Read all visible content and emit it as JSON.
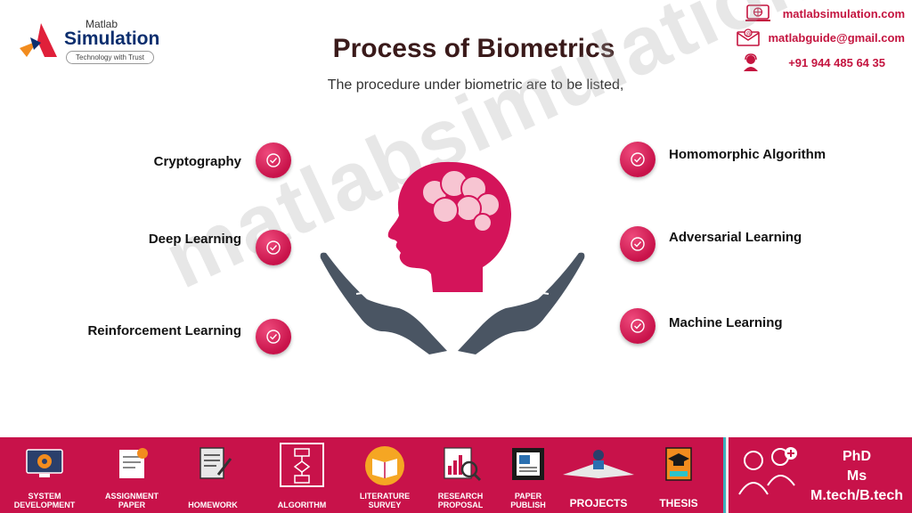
{
  "brand": {
    "small": "Matlab",
    "name": "Simulation",
    "tagline": "Technology with Trust"
  },
  "contacts": [
    {
      "icon": "globe-icon",
      "text": "matlabsimulation.com"
    },
    {
      "icon": "mail-icon",
      "text": "matlabguide@gmail.com"
    },
    {
      "icon": "phone-support-icon",
      "text": "+91 944 485 64 35"
    }
  ],
  "title": "Process of Biometrics",
  "subtitle": "The procedure under biometric are to be listed,",
  "watermark": "matlabsimulation.com",
  "left_items": [
    "Cryptography",
    "Deep Learning",
    "Reinforcement Learning"
  ],
  "right_items": [
    "Homomorphic Algorithm",
    "Adversarial Learning",
    "Machine Learning"
  ],
  "colors": {
    "accent": "#c8124a",
    "hands": "#4a5563",
    "head": "#d4145a",
    "brain": "#f7c5d2"
  },
  "footer": {
    "items": [
      {
        "icon": "system-development-icon",
        "label": "SYSTEM DEVELOPMENT"
      },
      {
        "icon": "assignment-paper-icon",
        "label": "ASSIGNMENT PAPER"
      },
      {
        "icon": "homework-icon",
        "label": "HOMEWORK"
      },
      {
        "icon": "algorithm-icon",
        "label": "ALGORITHM"
      },
      {
        "icon": "literature-survey-icon",
        "label": "LITERATURE SURVEY"
      },
      {
        "icon": "research-proposal-icon",
        "label": "RESEARCH PROPOSAL"
      },
      {
        "icon": "paper-publish-icon",
        "label": "PAPER PUBLISH"
      },
      {
        "icon": "projects-icon",
        "label": "PROJECTS"
      },
      {
        "icon": "thesis-icon",
        "label": "THESIS"
      }
    ],
    "degrees": [
      "PhD",
      "Ms",
      "M.tech/B.tech"
    ]
  }
}
